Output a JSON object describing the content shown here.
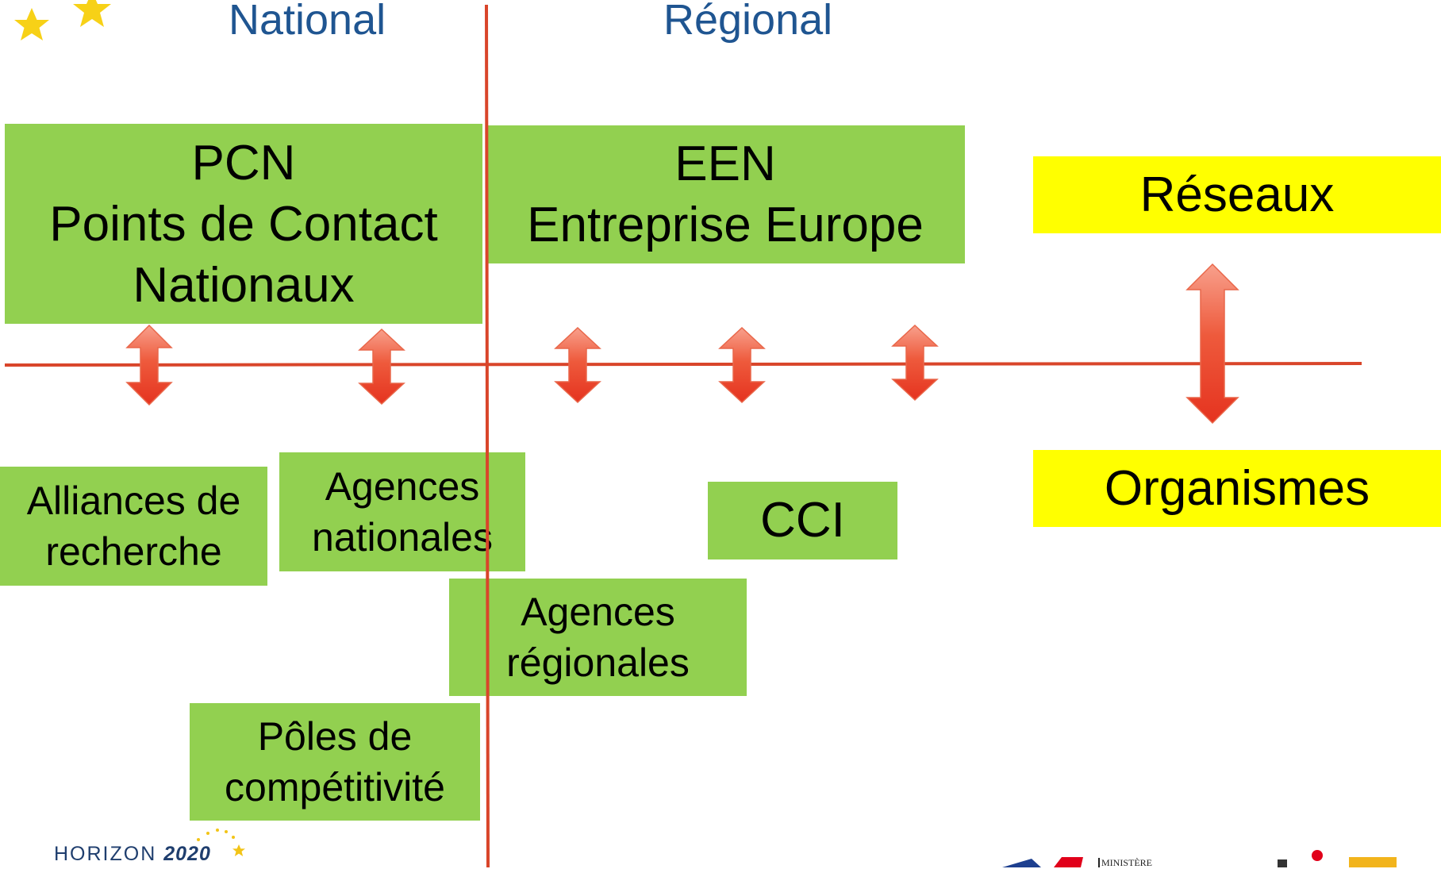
{
  "headers": {
    "national": "National",
    "regional": "Régional"
  },
  "boxes": {
    "pcn": {
      "lines": [
        "PCN",
        "Points de Contact",
        "Nationaux"
      ]
    },
    "een": {
      "lines": [
        "EEN",
        "Entreprise Europe"
      ]
    },
    "reseaux": {
      "lines": [
        "Réseaux"
      ]
    },
    "alliances": {
      "lines": [
        "Alliances de",
        "recherche"
      ]
    },
    "agences_nationales": {
      "lines": [
        "Agences",
        "nationales"
      ]
    },
    "cci": {
      "lines": [
        "CCI"
      ]
    },
    "organismes": {
      "lines": [
        "Organismes"
      ]
    },
    "agences_regionales": {
      "lines": [
        "Agences",
        "régionales"
      ]
    },
    "poles": {
      "lines": [
        "Pôles de",
        "compétitivité"
      ]
    }
  },
  "footer": {
    "horizon_prefix": "HORIZON",
    "horizon_year": "2020",
    "ministere": "MINISTÈRE"
  },
  "colors": {
    "box_green": "#92d050",
    "box_yellow": "#ffff00",
    "axis_line": "#d9452a",
    "arrow_fill": "#e8402a",
    "header_blue": "#1f5591",
    "star_yellow": "#f7d117"
  }
}
